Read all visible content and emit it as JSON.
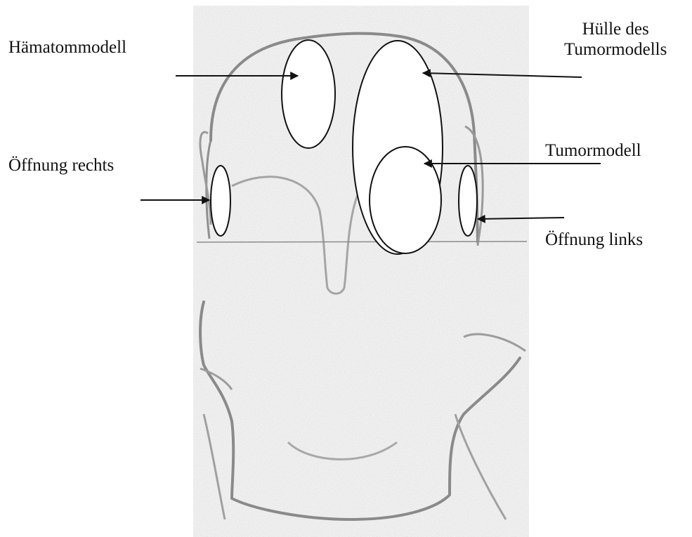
{
  "labels": {
    "haematom": "Hämatommodell",
    "huelle_line1": "Hülle des",
    "huelle_line2": "Tumormodells",
    "tumor": "Tumormodell",
    "oeffnung_rechts": "Öffnung rechts",
    "oeffnung_links": "Öffnung links"
  },
  "colors": {
    "ink": "#111111",
    "scan_outline": "#7a7a7a",
    "scan_background": "#f4f4f4"
  }
}
